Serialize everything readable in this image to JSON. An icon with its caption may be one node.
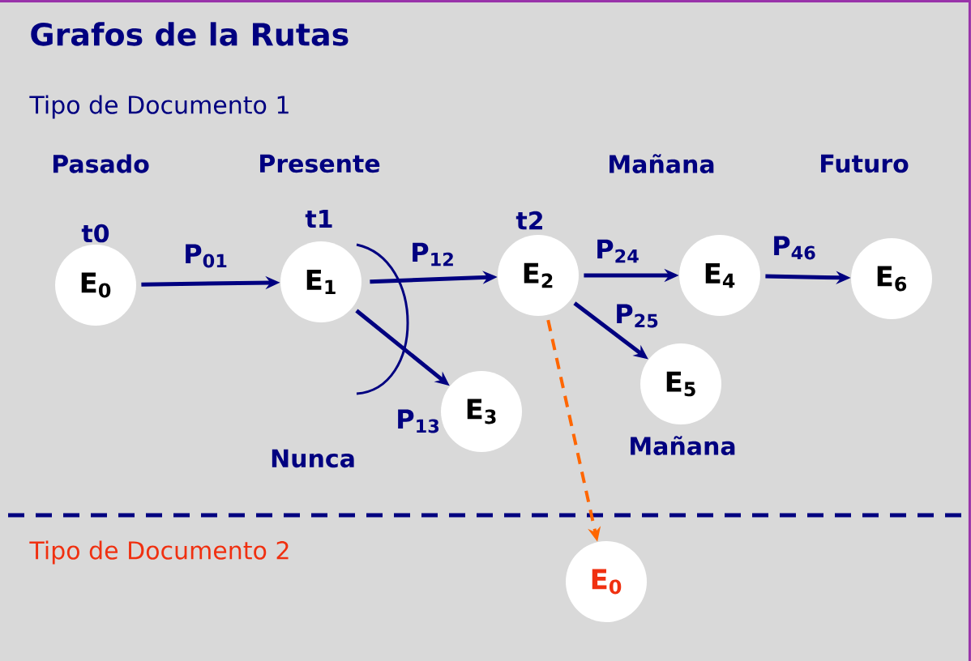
{
  "diagram": {
    "title": "Grafos de la Rutas",
    "nodes": [
      {
        "text": [
          "E$_{0}$"
        ],
        "beside": [
          "t0"
        ]
      },
      {
        "text": [
          "E$_{1}$"
        ],
        "beside": [
          "t1"
        ]
      },
      {
        "text": [
          "E$_{2}$"
        ],
        "beside": [
          "t2"
        ]
      },
      {
        "text": [
          "E$_{3}$"
        ]
      },
      {
        "text": [
          "E$_{4}$"
        ]
      },
      {
        "text": [
          "E$_{5}$"
        ],
        "beside": [
          "Mañana"
        ]
      },
      {
        "text": [
          "E$_{6}$"
        ]
      },
      {
        "text": [
          "E$_{0}$"
        ]
      }
    ],
    "edges": [
      {
        "from": 0,
        "to": 1,
        "arrow": "to",
        "label": "P$_{01}$"
      },
      {
        "from": 1,
        "to": 2,
        "arrow": "to",
        "label": "P$_{12}$"
      },
      {
        "from": 1,
        "to": 3,
        "arrow": "to",
        "label": "P$_{13}$"
      },
      {
        "from": 2,
        "to": 4,
        "arrow": "to",
        "label": "P$_{24}$"
      },
      {
        "from": 2,
        "to": 5,
        "arrow": "to",
        "label": "P$_{25}$"
      },
      {
        "from": 4,
        "to": 6,
        "arrow": "to",
        "label": "P$_{46}$"
      },
      {
        "from": 2,
        "to": 7,
        "arrow": "to",
        "style": "dashed",
        "color": "#ff6600"
      }
    ],
    "labels": [
      "Tipo de Documento 1",
      "Pasado",
      "Presente",
      "Mañana",
      "Futuro",
      "Nunca",
      "Tipo de Documento 2"
    ]
  }
}
